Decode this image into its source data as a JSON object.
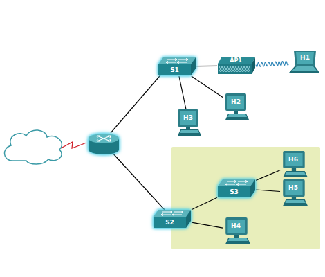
{
  "diagram": {
    "nodes": [
      {
        "text": [
          "S1"
        ]
      },
      {
        "text": [
          "AP1"
        ]
      },
      {
        "text": [
          "H1"
        ]
      },
      {
        "text": [
          "H2"
        ]
      },
      {
        "text": [
          "H3"
        ]
      },
      {
        "text": [
          "S2"
        ]
      },
      {
        "text": [
          "S3"
        ]
      },
      {
        "text": [
          "H6"
        ]
      },
      {
        "text": [
          "H5"
        ]
      },
      {
        "text": [
          "H4"
        ]
      }
    ],
    "edges": [
      {
        "from": 0,
        "to": 1,
        "arrow": "none"
      },
      {
        "from": 1,
        "to": 2,
        "arrow": "none"
      },
      {
        "from": 0,
        "to": 3,
        "arrow": "none"
      },
      {
        "from": 0,
        "to": 4,
        "arrow": "none"
      },
      {
        "from": 5,
        "to": 6,
        "arrow": "none"
      },
      {
        "from": 6,
        "to": 7,
        "arrow": "none"
      },
      {
        "from": 6,
        "to": 8,
        "arrow": "none"
      },
      {
        "from": 5,
        "to": 9,
        "arrow": "none"
      }
    ]
  }
}
